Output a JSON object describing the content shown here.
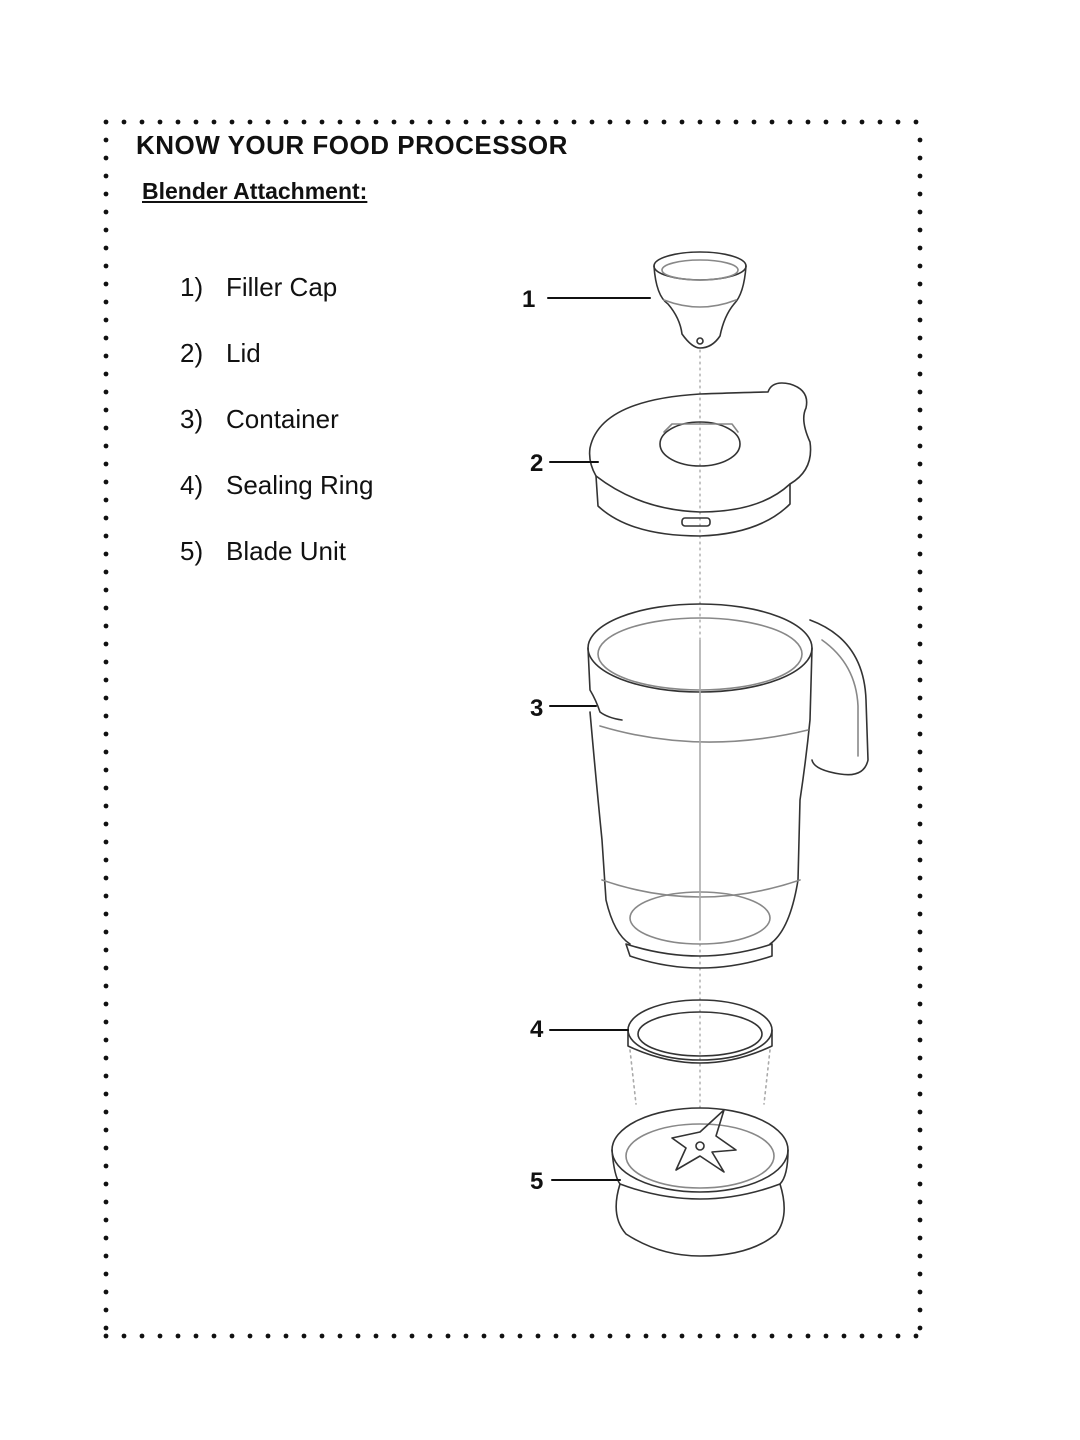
{
  "page": {
    "title": "KNOW YOUR FOOD PROCESSOR",
    "subtitle": "Blender Attachment:"
  },
  "parts": [
    {
      "number": "1)",
      "label": "Filler Cap",
      "callout": "1"
    },
    {
      "number": "2)",
      "label": "Lid",
      "callout": "2"
    },
    {
      "number": "3)",
      "label": "Container",
      "callout": "3"
    },
    {
      "number": "4)",
      "label": "Sealing Ring",
      "callout": "4"
    },
    {
      "number": "5)",
      "label": "Blade Unit",
      "callout": "5"
    }
  ],
  "diagram": {
    "icons": [
      "filler-cap-icon",
      "lid-icon",
      "container-icon",
      "sealing-ring-icon",
      "blade-unit-icon"
    ],
    "line_color": "#333333",
    "border_color": "#111111"
  }
}
